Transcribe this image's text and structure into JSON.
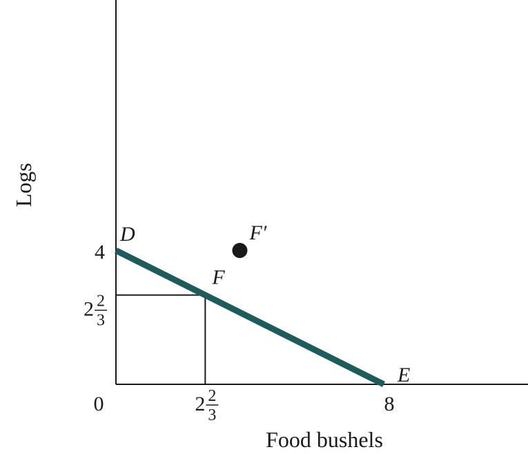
{
  "chart_data": {
    "type": "line",
    "title": "",
    "xlabel": "Food bushels",
    "ylabel": "Logs",
    "xlim": [
      0,
      12.5
    ],
    "ylim": [
      0,
      12
    ],
    "grid": false,
    "origin_label": "0",
    "x_ticks": [
      {
        "value": 2.6667,
        "whole": "2",
        "num": "2",
        "den": "3"
      },
      {
        "value": 8,
        "whole": "8"
      }
    ],
    "y_ticks": [
      {
        "value": 2.6667,
        "whole": "2",
        "num": "2",
        "den": "3"
      },
      {
        "value": 4,
        "whole": "4"
      }
    ],
    "series": [
      {
        "x": [
          0,
          8
        ],
        "y": [
          4,
          0
        ],
        "color": "#1e5c5c"
      }
    ],
    "guides": [
      {
        "x": 2.6667,
        "y": 2.6667
      }
    ],
    "points": [
      {
        "label": "D",
        "x": 0,
        "y": 4,
        "marker": false
      },
      {
        "label": "F",
        "x": 2.6667,
        "y": 2.6667,
        "marker": false
      },
      {
        "label": "F′",
        "x": 3.7,
        "y": 4,
        "marker": true
      },
      {
        "label": "E",
        "x": 8,
        "y": 0,
        "marker": false
      }
    ]
  }
}
